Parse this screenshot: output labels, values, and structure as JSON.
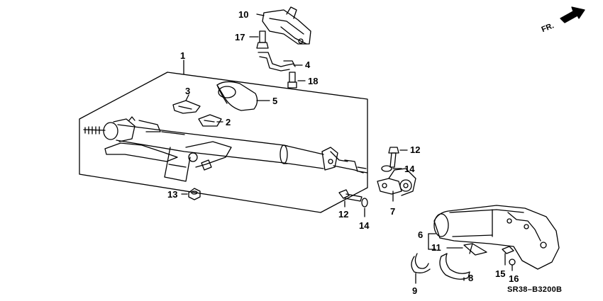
{
  "callouts": {
    "c1": "1",
    "c2": "2",
    "c3": "3",
    "c4": "4",
    "c5": "5",
    "c6": "6",
    "c7": "7",
    "c8": "8",
    "c9": "9",
    "c10": "10",
    "c11": "11",
    "c12a": "12",
    "c12b": "12",
    "c13": "13",
    "c14a": "14",
    "c14b": "14",
    "c15": "15",
    "c16": "16",
    "c17": "17",
    "c18": "18"
  },
  "direction_label": "FR.",
  "drawing_code": "SR38–B3200B",
  "colors": {
    "line": "#000000",
    "background": "#ffffff"
  }
}
